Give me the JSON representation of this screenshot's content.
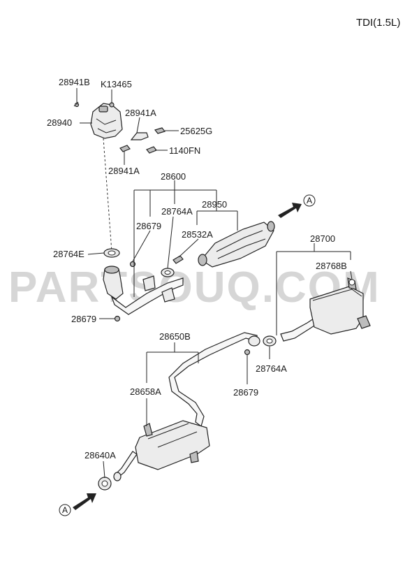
{
  "title": "TDI(1.5L)",
  "watermark": "PARTSOUQ.COM",
  "ref_marker": "A",
  "labels": {
    "p28941B": "28941B",
    "pK13465": "K13465",
    "p28940": "28940",
    "p28941A_top": "28941A",
    "p25625G": "25625G",
    "p1140FN": "1140FN",
    "p28941A_bot": "28941A",
    "p28600": "28600",
    "p28764A_top": "28764A",
    "p28950": "28950",
    "p28679_top": "28679",
    "p28532A": "28532A",
    "p28764E": "28764E",
    "p28679_bot": "28679",
    "p28700": "28700",
    "p28768B": "28768B",
    "p28650B": "28650B",
    "p28764A_mid": "28764A",
    "p28658A": "28658A",
    "p28679_mid": "28679",
    "p28640A": "28640A"
  }
}
